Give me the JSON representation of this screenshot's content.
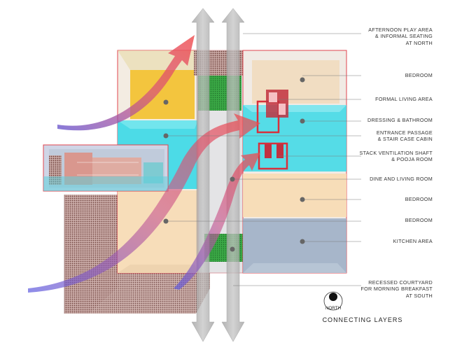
{
  "labels": {
    "afternoon": "AFTERNOON PLAY AREA\n& INFORMAL SEATING\nAT NORTH",
    "bedroom_top": "BEDROOM",
    "formal_living": "FORMAL LIVING AREA",
    "dressing": "DRESSING & BATHROOM",
    "entrance": "ENTRANCE PASSAGE\n& STAIR CASE CABIN",
    "stack": "STACK VENTILATION SHAFT\n& POOJA ROOM",
    "dine": "DINE AND LIVING ROOM",
    "bedroom_mid": "BEDROOM",
    "bedroom_low": "BEDROOM",
    "kitchen": "KITCHEN AREA",
    "courtyard": "RECESSED COURTYARD\nFOR MORNING BREAKFAST\nAT SOUTH"
  },
  "north": "NORTH",
  "caption": "CONNECTING LAYERS",
  "colors": {
    "yellow": "#f2c335",
    "cyan": "#3ad9e8",
    "peach": "#f7dcb5",
    "slate": "#9fb0c7",
    "green": "#3aa845",
    "red_outline": "#e0454f",
    "mesh": "#7a4a45",
    "arrow_start": "#6a5ad0",
    "arrow_end": "#f04a4a"
  }
}
